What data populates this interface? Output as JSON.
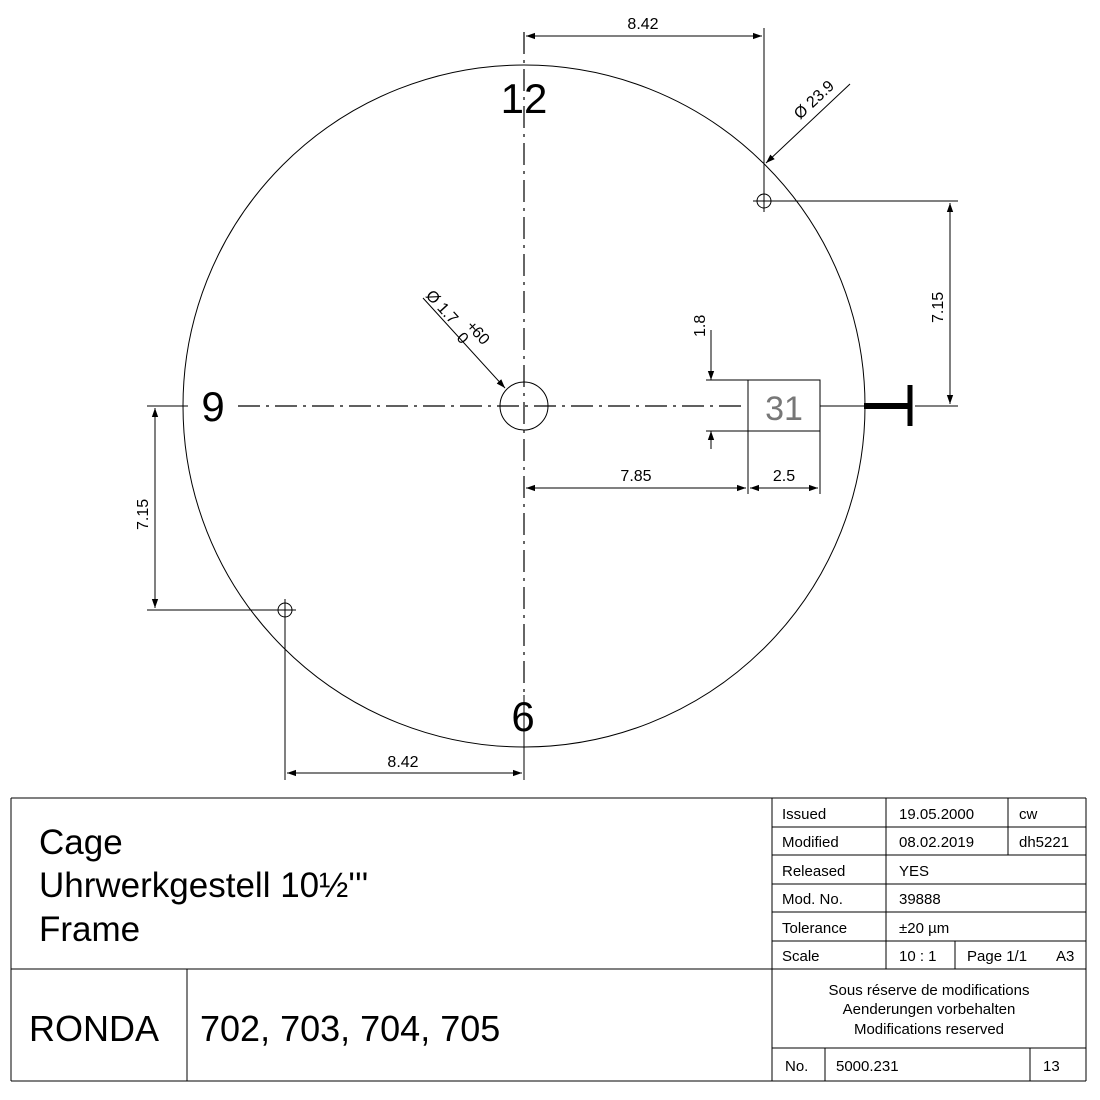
{
  "hours": {
    "twelve": "12",
    "nine": "9",
    "six": "6"
  },
  "dimensions": {
    "top_width": "8.42",
    "bottom_width": "8.42",
    "diameter": "Ø 23.9",
    "hole_diameter": "Ø 1.7",
    "hole_tol_upper": "+",
    "hole_tol_upper_value": "60",
    "hole_tol_lower": "0",
    "right_height": "7.15",
    "left_height": "7.15",
    "center_to_date": "7.85",
    "date_width": "2.5",
    "date_height": "1.8"
  },
  "date_window": "31",
  "title_block": {
    "title_lines": [
      "Cage",
      "Uhrwerkgestell 10½'''",
      "Frame"
    ],
    "brand": "RONDA",
    "calibers": "702, 703, 704, 705",
    "rows": [
      {
        "label": "Issued",
        "value": "19.05.2000",
        "extra": "cw"
      },
      {
        "label": "Modified",
        "value": "08.02.2019",
        "extra": "dh5221"
      },
      {
        "label": "Released",
        "value": "YES"
      },
      {
        "label": "Mod. No.",
        "value": "39888"
      },
      {
        "label": "Tolerance",
        "value": "±20 µm"
      },
      {
        "label": "Scale",
        "value": "10 : 1",
        "page": "Page 1/1",
        "format": "A3"
      }
    ],
    "notice": [
      "Sous réserve de modifications",
      "Aenderungen vorbehalten",
      "Modifications reserved"
    ],
    "no_label": "No.",
    "no_value": "5000.231",
    "no_index": "13"
  }
}
